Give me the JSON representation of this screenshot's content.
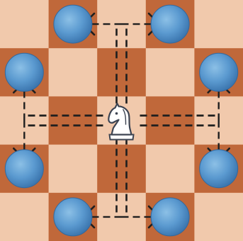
{
  "board": {
    "rows": 5,
    "cols": 5,
    "light_color": "#f1c9ac",
    "dark_color": "#c0683a",
    "grid_line_color": "#a55a30"
  },
  "knight": {
    "piece": "knight",
    "square": [
      2,
      2
    ],
    "fill": "#ffffff",
    "stroke": "#3d4452"
  },
  "targets": [
    {
      "name": "target-top-left",
      "square": [
        0,
        1
      ]
    },
    {
      "name": "target-top-right",
      "square": [
        0,
        3
      ]
    },
    {
      "name": "target-left-upper",
      "square": [
        1,
        0
      ]
    },
    {
      "name": "target-right-upper",
      "square": [
        1,
        4
      ]
    },
    {
      "name": "target-left-lower",
      "square": [
        3,
        0
      ]
    },
    {
      "name": "target-right-lower",
      "square": [
        3,
        4
      ]
    },
    {
      "name": "target-bottom-left",
      "square": [
        4,
        1
      ]
    },
    {
      "name": "target-bottom-right",
      "square": [
        4,
        3
      ]
    }
  ],
  "target_color": "#5b9ad0",
  "move_line_color": "#1f1f1f",
  "moves": [
    {
      "name": "move-up-left",
      "dir": "up",
      "turn": "left"
    },
    {
      "name": "move-up-right",
      "dir": "up",
      "turn": "right"
    },
    {
      "name": "move-down-left",
      "dir": "down",
      "turn": "left"
    },
    {
      "name": "move-down-right",
      "dir": "down",
      "turn": "right"
    },
    {
      "name": "move-left-up",
      "dir": "left",
      "turn": "up"
    },
    {
      "name": "move-left-down",
      "dir": "left",
      "turn": "down"
    },
    {
      "name": "move-right-up",
      "dir": "right",
      "turn": "up"
    },
    {
      "name": "move-right-down",
      "dir": "right",
      "turn": "down"
    }
  ]
}
